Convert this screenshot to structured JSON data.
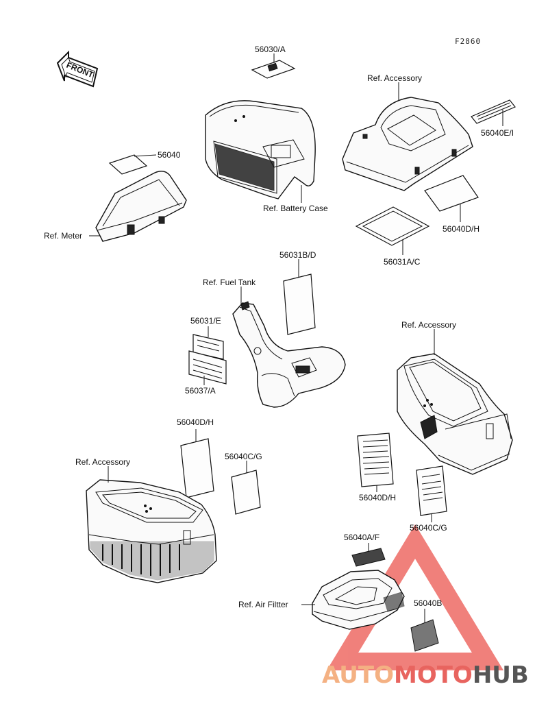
{
  "figure_code": "F2860",
  "front_label": "FRONT",
  "labels": {
    "l_56030a": "56030/A",
    "l_ref_acc_top": "Ref. Accessory",
    "l_56040ei": "56040E/I",
    "l_56040": "56040",
    "l_battery": "Ref. Battery Case",
    "l_meter": "Ref. Meter",
    "l_56040dh_top": "56040D/H",
    "l_56031ac": "56031A/C",
    "l_56031bd": "56031B/D",
    "l_fuel": "Ref. Fuel Tank",
    "l_ref_acc_right": "Ref. Accessory",
    "l_56031e": "56031/E",
    "l_56037a": "56037/A",
    "l_56040dh_mid": "56040D/H",
    "l_ref_acc_left": "Ref. Accessory",
    "l_56040cg_mid": "56040C/G",
    "l_56040dh_right": "56040D/H",
    "l_56040cg_right": "56040C/G",
    "l_56040af": "56040A/F",
    "l_air": "Ref. Air Filtter",
    "l_56040b": "56040B"
  },
  "watermark": {
    "auto": "AUTO",
    "moto": "MOTO",
    "hub": "HUB",
    "colors": {
      "auto": "#f4b183",
      "moto": "#e8645f",
      "hub": "#555555",
      "triangle": "#ee6b64"
    }
  }
}
